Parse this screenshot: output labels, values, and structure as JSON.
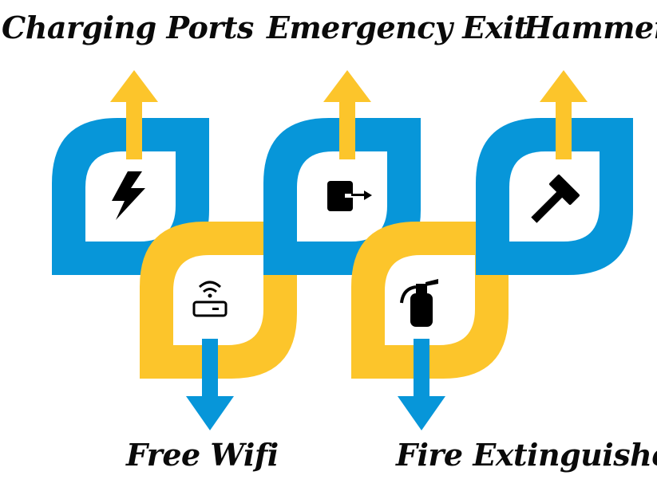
{
  "colors": {
    "blue": "#0796d9",
    "yellow": "#fcc52b",
    "white": "#ffffff",
    "icon": "#000000"
  },
  "nodes": [
    {
      "id": "charging",
      "label": "Charging Ports",
      "icon": "lightning-bolt-icon",
      "color": "blue",
      "arrow": "up"
    },
    {
      "id": "wifi",
      "label": "Free Wifi",
      "icon": "wifi-router-icon",
      "color": "yellow",
      "arrow": "down"
    },
    {
      "id": "emergency",
      "label": "Emergency Exit",
      "icon": "exit-door-icon",
      "color": "blue",
      "arrow": "up"
    },
    {
      "id": "extinguisher",
      "label": "Fire Extinguisher",
      "icon": "fire-extinguisher-icon",
      "color": "yellow",
      "arrow": "down"
    },
    {
      "id": "hammer",
      "label": "Hammer",
      "icon": "hammer-icon",
      "color": "blue",
      "arrow": "up"
    }
  ]
}
